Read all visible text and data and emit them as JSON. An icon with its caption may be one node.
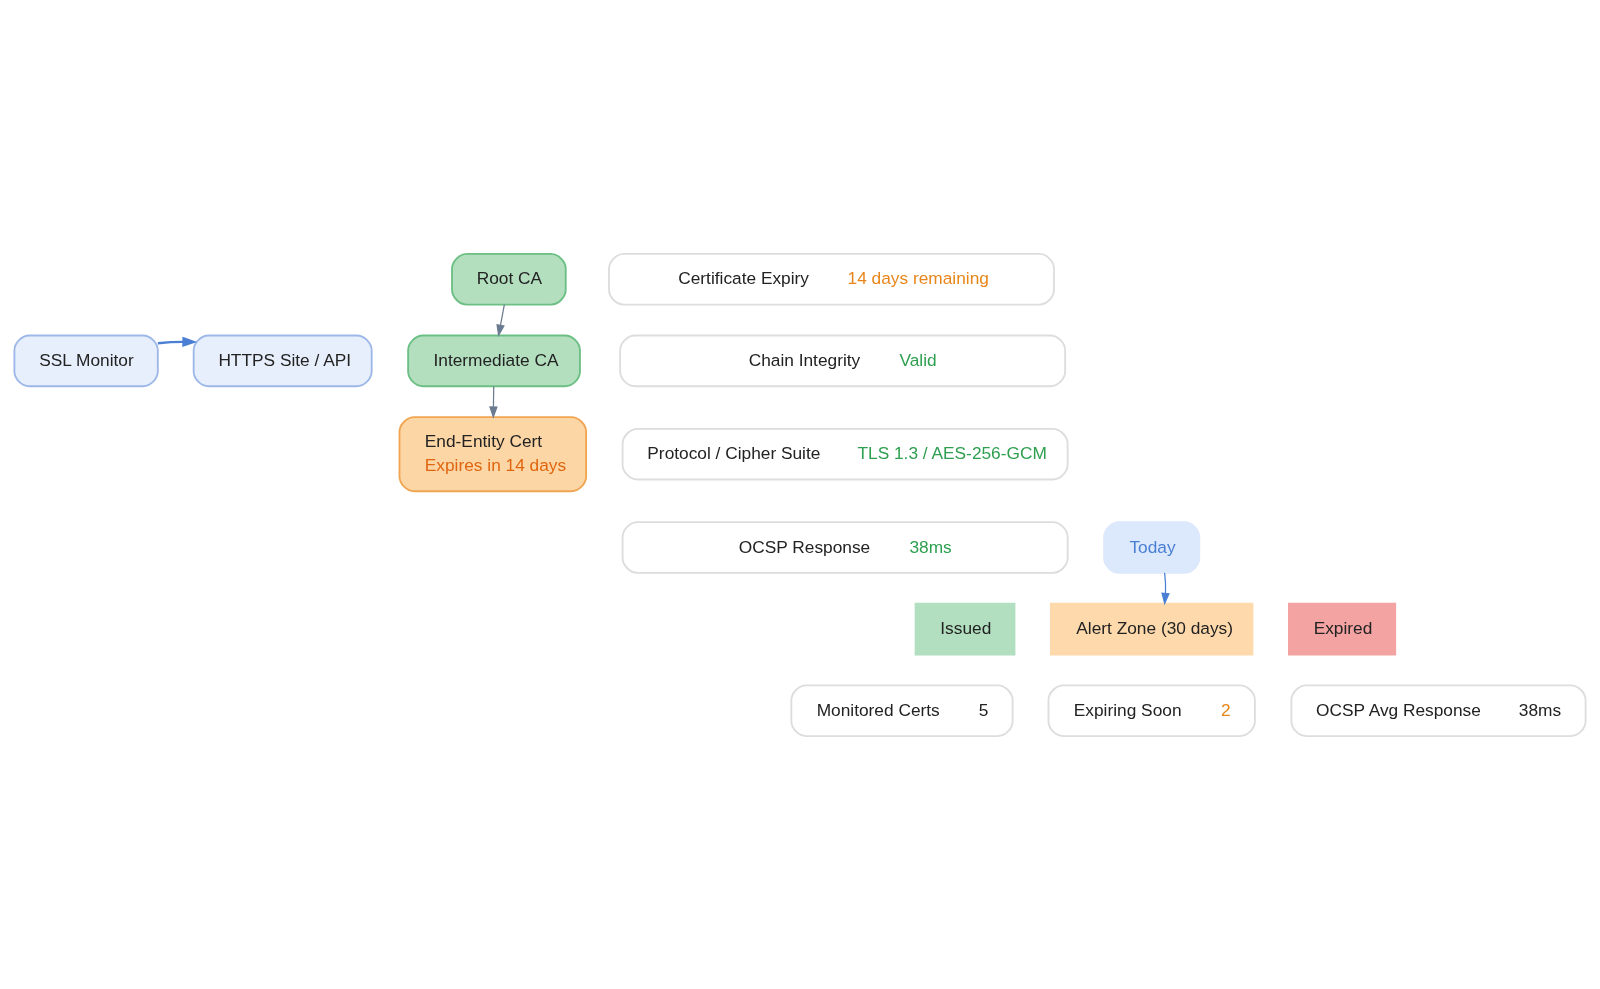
{
  "diagram": {
    "nodes": [
      {
        "text": [
          "SSL Monitor"
        ]
      },
      {
        "text": [
          "HTTPS Site / API"
        ]
      },
      {
        "text": [
          "Root CA"
        ]
      },
      {
        "text": [
          "Intermediate CA"
        ]
      },
      {
        "text": [
          "End-Entity Cert",
          "Expires in 14 days"
        ]
      },
      {
        "text": [
          "Certificate Expiry",
          "14 days remaining"
        ]
      },
      {
        "text": [
          "Chain Integrity",
          "Valid"
        ]
      },
      {
        "text": [
          "Protocol / Cipher Suite",
          "TLS 1.3 / AES-256-GCM"
        ]
      },
      {
        "text": [
          "OCSP Response",
          "38ms"
        ]
      },
      {
        "text": [
          "Today"
        ]
      },
      {
        "text": [
          "Issued"
        ]
      },
      {
        "text": [
          "Alert Zone (30 days)"
        ]
      },
      {
        "text": [
          "Expired"
        ]
      },
      {
        "text": [
          "Monitored Certs",
          "5"
        ]
      },
      {
        "text": [
          "Expiring Soon",
          "2"
        ]
      },
      {
        "text": [
          "OCSP Avg Response",
          "38ms"
        ]
      }
    ],
    "edges": [
      {
        "from": 0,
        "to": 1,
        "arrow": "to"
      },
      {
        "from": 2,
        "to": 3,
        "arrow": "to"
      },
      {
        "from": 3,
        "to": 4,
        "arrow": "to"
      },
      {
        "from": 9,
        "to": 11,
        "arrow": "to"
      }
    ]
  }
}
